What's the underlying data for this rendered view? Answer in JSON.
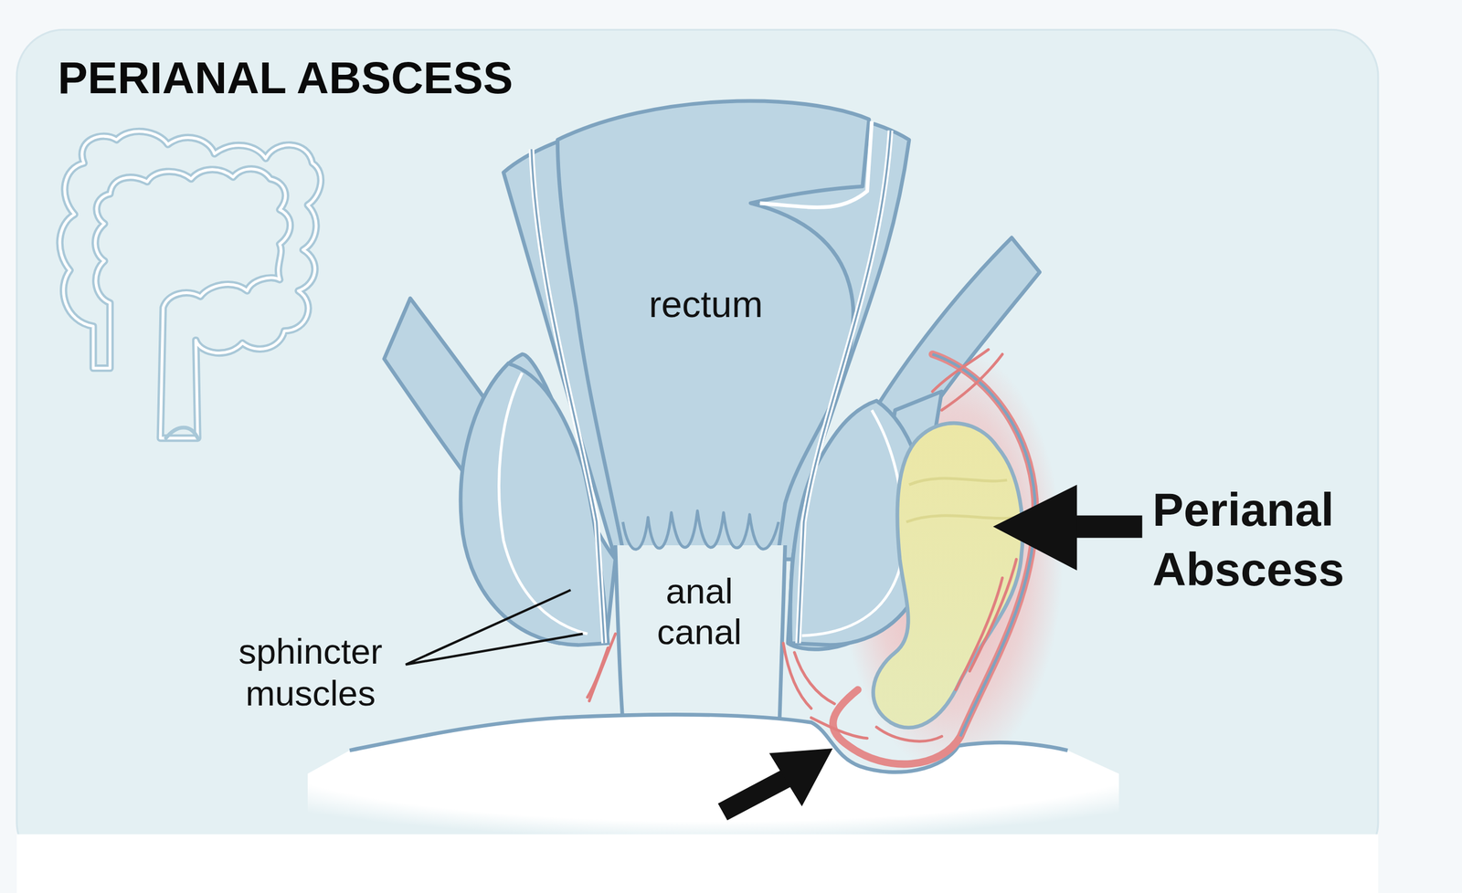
{
  "diagram": {
    "title": "PERIANAL ABSCESS",
    "labels": [
      "rectum",
      "anal canal",
      "sphincter muscles",
      "Perianal Abscess"
    ]
  }
}
